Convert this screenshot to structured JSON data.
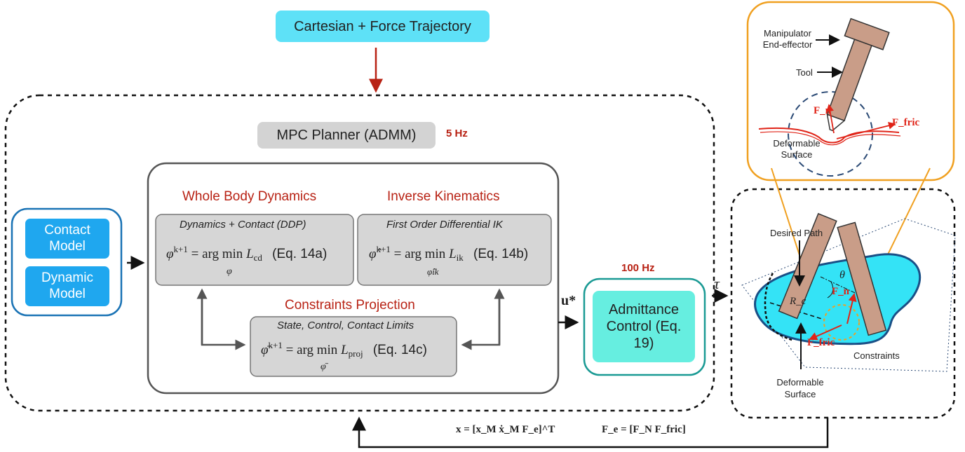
{
  "trajectory": {
    "label": "Cartesian + Force Trajectory"
  },
  "planner": {
    "label": "MPC Planner (ADMM)",
    "rate": "5 Hz"
  },
  "models": {
    "contact": "Contact Model",
    "dynamic": "Dynamic Model"
  },
  "wbd": {
    "title": "Whole Body Dynamics",
    "subtitle": "Dynamics + Contact (DDP)",
    "lhs": "φ",
    "sup": "k+1",
    "argmin": "= arg min",
    "under": "φ",
    "loss": "L",
    "loss_sub": "cd",
    "eqnum": "(Eq. 14a)"
  },
  "ik": {
    "title": "Inverse Kinematics",
    "subtitle": "First Order Differential IK",
    "lhs": "φ̂",
    "sup": "k+1",
    "argmin": "= arg min",
    "under": "φ̂ik",
    "loss": "L",
    "loss_sub": "ik",
    "eqnum": "(Eq. 14b)"
  },
  "cp": {
    "title": "Constraints Projection",
    "subtitle": "State, Control, Contact  Limits",
    "lhs": "φ̄",
    "sup": "k+1",
    "argmin": "= arg min",
    "under": "φ̄",
    "loss": "L",
    "loss_sub": "proj",
    "eqnum": "(Eq. 14c)"
  },
  "u_label": "u*",
  "admittance": {
    "rate": "100 Hz",
    "label": "Admittance Control (Eq. 19)"
  },
  "tau": "τ",
  "feedback": {
    "x_eq": "x = [x_M   ẋ_M   F_e]^T",
    "fe_eq": "F_e = [F_N   F_fric]"
  },
  "zoom": {
    "manip": "Manipulator End-effector",
    "tool": "Tool",
    "fn": "F_n",
    "ffric": "F_fric",
    "surface": "Deformable Surface"
  },
  "scene": {
    "desired_path": "Desired Path",
    "theta": "θ",
    "rc": "R_c",
    "fn": "F_n",
    "ffric": "F_fric",
    "constraints": "Constraints",
    "surface": "Deformable Surface"
  },
  "colors": {
    "cyan": "#5ee1f7",
    "blue": "#1fa7ef",
    "blue_border": "#1a73b5",
    "teal_fill": "#66eee0",
    "teal_border": "#1a9a94",
    "red": "#b82214",
    "orange": "#f0a020",
    "tool": "#c99d88"
  }
}
